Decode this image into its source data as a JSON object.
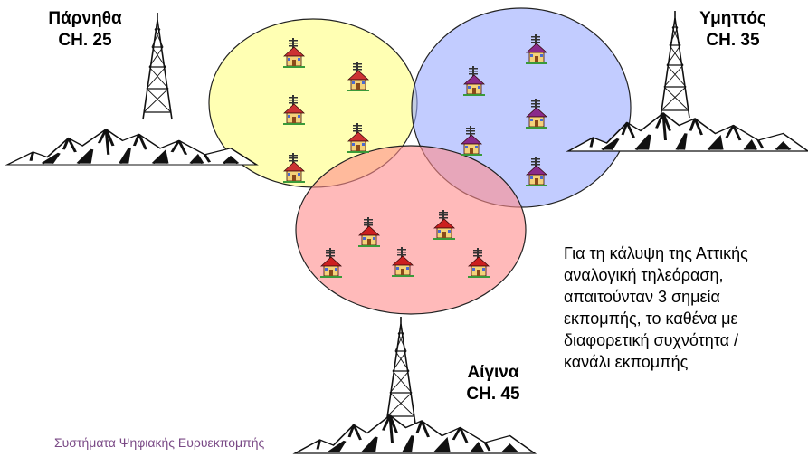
{
  "stations": [
    {
      "name": "Πάρνηθα",
      "channel": "CH. 25"
    },
    {
      "name": "Υμηττός",
      "channel": "CH. 35"
    },
    {
      "name": "Αίγινα",
      "channel": "CH. 45"
    }
  ],
  "description": [
    "Για τη κάλυψη της Αττικής",
    "αναλογική τηλεόραση,",
    "απαιτούνταν 3 σημεία",
    "εκπομπής, το καθένα με",
    "διαφορετική συχνότητα /",
    "κανάλι εκπομπής"
  ],
  "footer": "Συστήματα Ψηφιακής Ευρυεκπομπής",
  "colors": {
    "parnitha_zone": "#ffff99",
    "ymittos_zone": "#99aaff",
    "aigina_zone": "#ff8c8c",
    "house_parnitha": "#cc3333",
    "house_ymittos": "#8a2a8a",
    "house_aigina": "#cc1f1f"
  },
  "icons": [
    "transmitter-tower-icon",
    "mountain-icon",
    "house-icon"
  ]
}
